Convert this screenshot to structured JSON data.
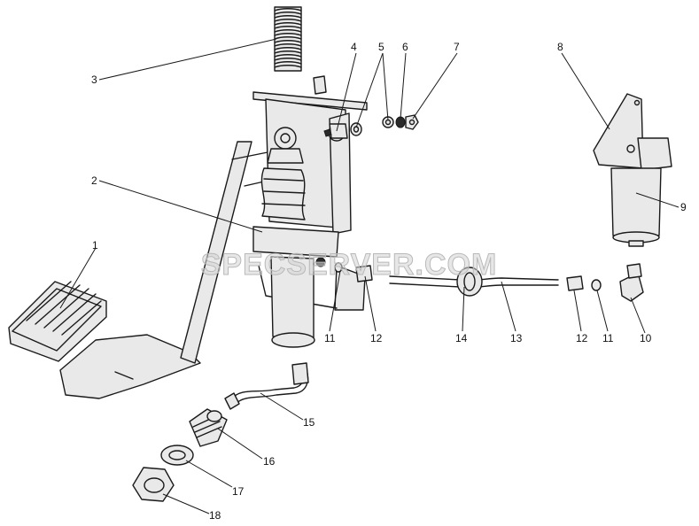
{
  "watermark": "SPECSERVER.COM",
  "callouts": [
    {
      "id": "1",
      "label": "1"
    },
    {
      "id": "2",
      "label": "2"
    },
    {
      "id": "3",
      "label": "3"
    },
    {
      "id": "4",
      "label": "4"
    },
    {
      "id": "5",
      "label": "5"
    },
    {
      "id": "6",
      "label": "6"
    },
    {
      "id": "7",
      "label": "7"
    },
    {
      "id": "8",
      "label": "8"
    },
    {
      "id": "9",
      "label": "9"
    },
    {
      "id": "10",
      "label": "10"
    },
    {
      "id": "11a",
      "label": "11"
    },
    {
      "id": "11b",
      "label": "11"
    },
    {
      "id": "12a",
      "label": "12"
    },
    {
      "id": "12b",
      "label": "12"
    },
    {
      "id": "13",
      "label": "13"
    },
    {
      "id": "14",
      "label": "14"
    },
    {
      "id": "15",
      "label": "15"
    },
    {
      "id": "16",
      "label": "16"
    },
    {
      "id": "17",
      "label": "17"
    },
    {
      "id": "18",
      "label": "18"
    }
  ]
}
